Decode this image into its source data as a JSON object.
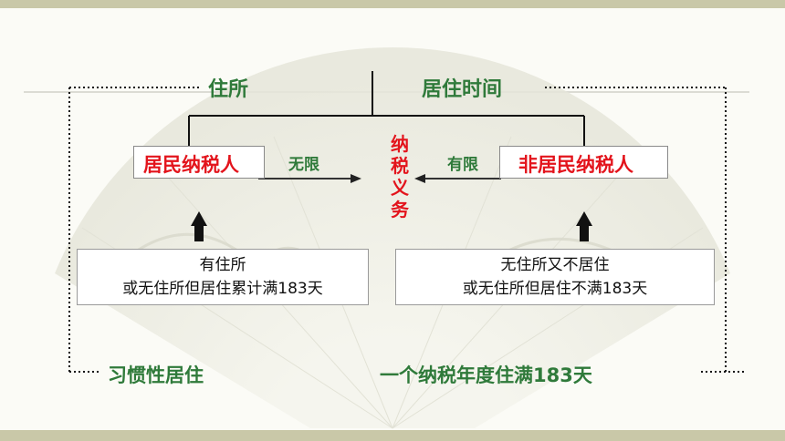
{
  "diagram": {
    "left_header": "住所",
    "right_header": "居住时间",
    "resident_label": "居民纳税人",
    "nonresident_label": "非居民纳税人",
    "unlimited_label": "无限",
    "limited_label": "有限",
    "obligation_chars": [
      "纳",
      "税",
      "义",
      "务"
    ],
    "resident_condition_line1": "有住所",
    "resident_condition_line2": "或无住所但居住累计满183天",
    "nonresident_condition_line1": "无住所又不居住",
    "nonresident_condition_line2": "或无住所但居住不满183天",
    "left_footer": "习惯性居住",
    "right_footer": "一个纳税年度住满183天"
  },
  "colors": {
    "green": "#2f7a3a",
    "red": "#e3141c",
    "band": "#c9c8a8"
  }
}
